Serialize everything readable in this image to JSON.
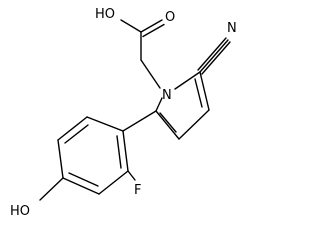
{
  "molecule": {
    "atoms": {
      "carboxyl_oh": "HO",
      "carbonyl_o": "O",
      "nitrile_n": "N",
      "pyrrole_n": "N",
      "phenol_oh": "HO",
      "fluorine": "F"
    }
  }
}
